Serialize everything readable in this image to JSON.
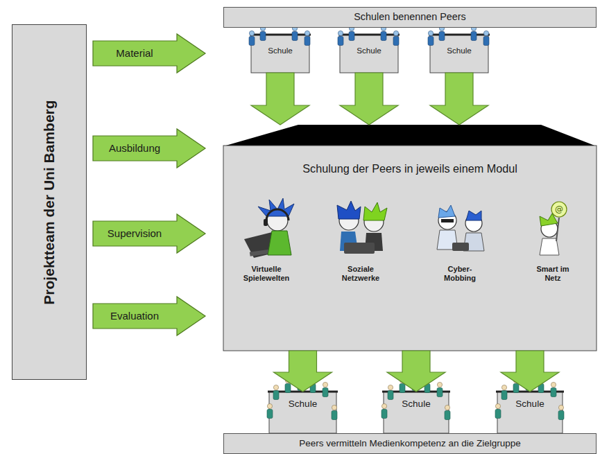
{
  "diagram": {
    "nodes": [
      {
        "text": [
          "Schulen benennen Peers"
        ]
      },
      {
        "text": [
          "Schule"
        ]
      },
      {
        "text": [
          "Schule"
        ]
      },
      {
        "text": [
          "Schule"
        ]
      },
      {
        "text": [
          "Projektteam der Uni Bamberg"
        ]
      },
      {
        "text": [
          "Material"
        ]
      },
      {
        "text": [
          "Ausbildung"
        ]
      },
      {
        "text": [
          "Supervision"
        ]
      },
      {
        "text": [
          "Evaluation"
        ]
      },
      {
        "text": [
          "Schulung der Peers in jeweils einem Modul"
        ]
      },
      {
        "text": [
          "Virtuelle Spielewelten"
        ],
        "in": 9
      },
      {
        "text": [
          "Soziale Netzwerke"
        ],
        "in": 9
      },
      {
        "text": [
          "Cyber- Mobbing"
        ],
        "in": 9
      },
      {
        "text": [
          "Smart im Netz"
        ],
        "in": 9
      },
      {
        "text": [
          "Schule"
        ]
      },
      {
        "text": [
          "Schule"
        ]
      },
      {
        "text": [
          "Schule"
        ]
      },
      {
        "text": [
          "Peers vermitteln Medienkompetenz an die Zielgruppe"
        ]
      }
    ],
    "edges": [
      {
        "from": 1,
        "to": 9,
        "arrow": "to"
      },
      {
        "from": 2,
        "to": 9,
        "arrow": "to"
      },
      {
        "from": 3,
        "to": 9,
        "arrow": "to"
      },
      {
        "from": 9,
        "to": 14,
        "arrow": "to"
      },
      {
        "from": 9,
        "to": 15,
        "arrow": "to"
      },
      {
        "from": 9,
        "to": 16,
        "arrow": "to"
      }
    ]
  }
}
